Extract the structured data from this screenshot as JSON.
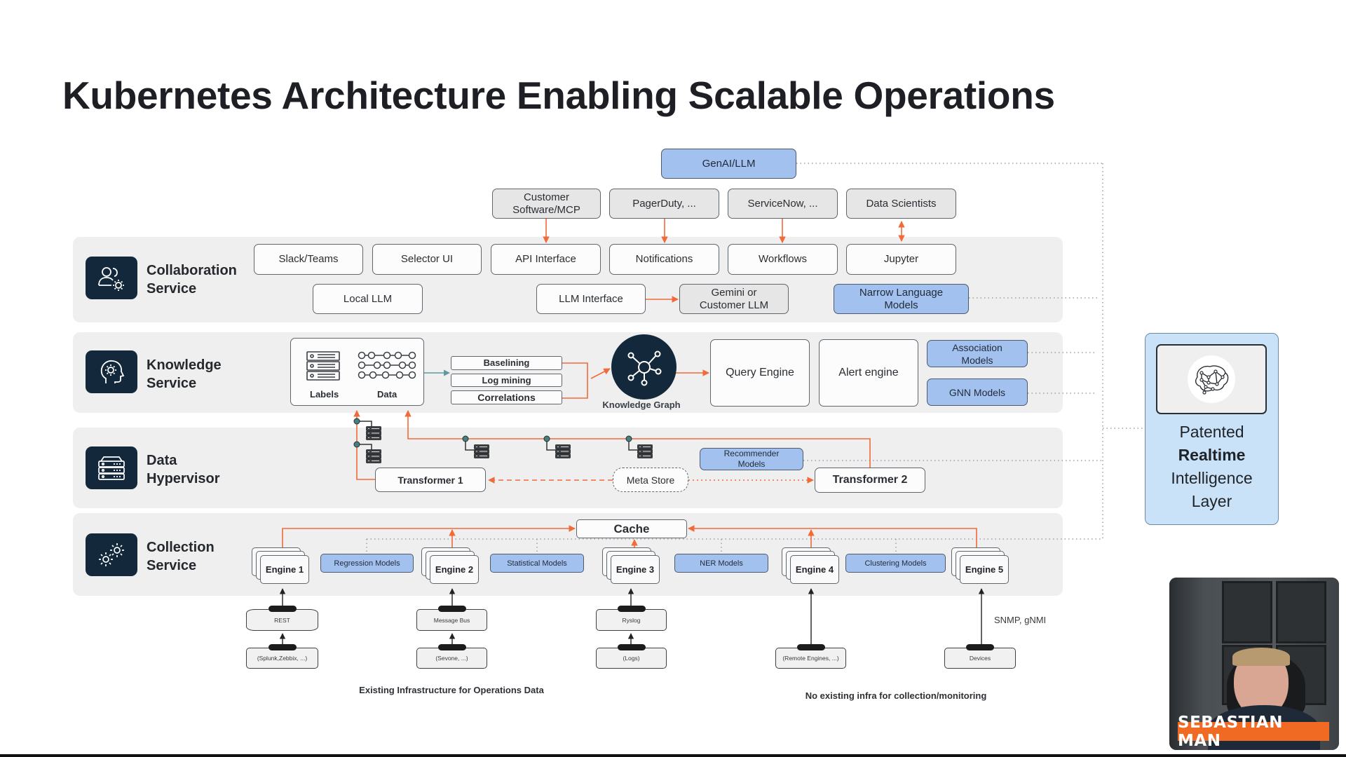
{
  "slide": {
    "title": "Kubernetes Architecture Enabling Scalable Operations"
  },
  "colors": {
    "accent_orange": "#f06a3a",
    "model_blue": "#a3c1ee",
    "icon_navy": "#13283a",
    "panel_blue": "#c9e2f8",
    "band_grey": "#efefef"
  },
  "top": {
    "genai": "GenAI/LLM",
    "externals": [
      {
        "label": "Customer\nSoftware/MCP"
      },
      {
        "label": "PagerDuty, ..."
      },
      {
        "label": "ServiceNow, ..."
      },
      {
        "label": "Data Scientists"
      }
    ]
  },
  "layers": {
    "collaboration": {
      "label": "Collaboration\nService",
      "icon": "users-gear-icon",
      "row1": [
        "Slack/Teams",
        "Selector UI",
        "API Interface",
        "Notifications",
        "Workflows",
        "Jupyter"
      ],
      "local_llm": "Local LLM",
      "llm_interface": "LLM Interface",
      "gemini": "Gemini or\nCustomer LLM",
      "narrow_models": "Narrow Language\nModels"
    },
    "knowledge": {
      "label": "Knowledge\nService",
      "icon": "head-gear-icon",
      "labels_caption": "Labels",
      "data_caption": "Data",
      "methods": [
        "Baselining",
        "Log mining",
        "Correlations"
      ],
      "graph_caption": "Knowledge Graph",
      "query_engine": "Query Engine",
      "alert_engine": "Alert engine",
      "association_models": "Association\nModels",
      "gnn_models": "GNN Models"
    },
    "hypervisor": {
      "label": "Data\nHypervisor",
      "icon": "server-rack-icon",
      "transformer1": "Transformer 1",
      "meta_store": "Meta Store",
      "recommender": "Recommender\nModels",
      "transformer2": "Transformer 2"
    },
    "collection": {
      "label": "Collection\nService",
      "icon": "gears-icon",
      "cache": "Cache",
      "engines": [
        {
          "label": "Engine\n1"
        },
        {
          "label": "Engine\n2"
        },
        {
          "label": "Engine\n3"
        },
        {
          "label": "Engine\n4"
        },
        {
          "label": "Engine\n5"
        }
      ],
      "models": [
        "Regression Models",
        "Statistical Models",
        "NER Models",
        "Clustering Models"
      ]
    }
  },
  "sources": {
    "middleware": [
      "REST",
      "Message Bus",
      "Ryslog"
    ],
    "origins": [
      "(Splunk,Zebbix, ...)",
      "(Sevone, ...)",
      "(Logs)",
      "(Remote Engines, ...)",
      "Devices"
    ],
    "protocol_note": "SNMP, gNMI",
    "caption_existing": "Existing Infrastructure for Operations Data",
    "caption_none": "No existing infra for collection/monitoring"
  },
  "intelligence_layer": {
    "line1": "Patented",
    "line2": "Realtime",
    "line3": "Intelligence",
    "line4": "Layer",
    "icon": "neural-brain-icon"
  },
  "presenter": {
    "name": "SEBASTIAN MAN"
  }
}
